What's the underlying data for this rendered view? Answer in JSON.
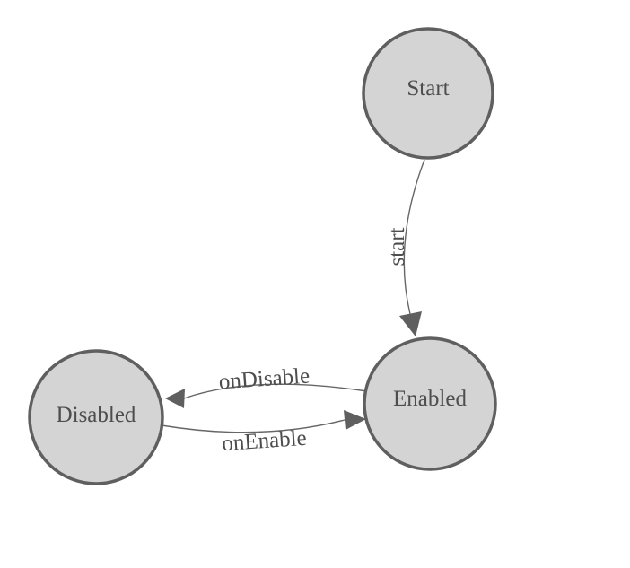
{
  "diagram": {
    "type": "state-machine",
    "background": "#ffffff",
    "colors": {
      "node_fill": "#d4d4d4",
      "node_stroke": "#5f5f5f",
      "edge": "#666666",
      "text": "#4d4d4d"
    },
    "nodes": [
      {
        "id": "start",
        "label": "Start"
      },
      {
        "id": "enabled",
        "label": "Enabled"
      },
      {
        "id": "disabled",
        "label": "Disabled"
      }
    ],
    "edges": [
      {
        "id": "start-transition",
        "label": "start",
        "from": "start",
        "to": "enabled"
      },
      {
        "id": "on-disable",
        "label": "onDisable",
        "from": "enabled",
        "to": "disabled"
      },
      {
        "id": "on-enable",
        "label": "onEnable",
        "from": "disabled",
        "to": "enabled"
      }
    ]
  }
}
